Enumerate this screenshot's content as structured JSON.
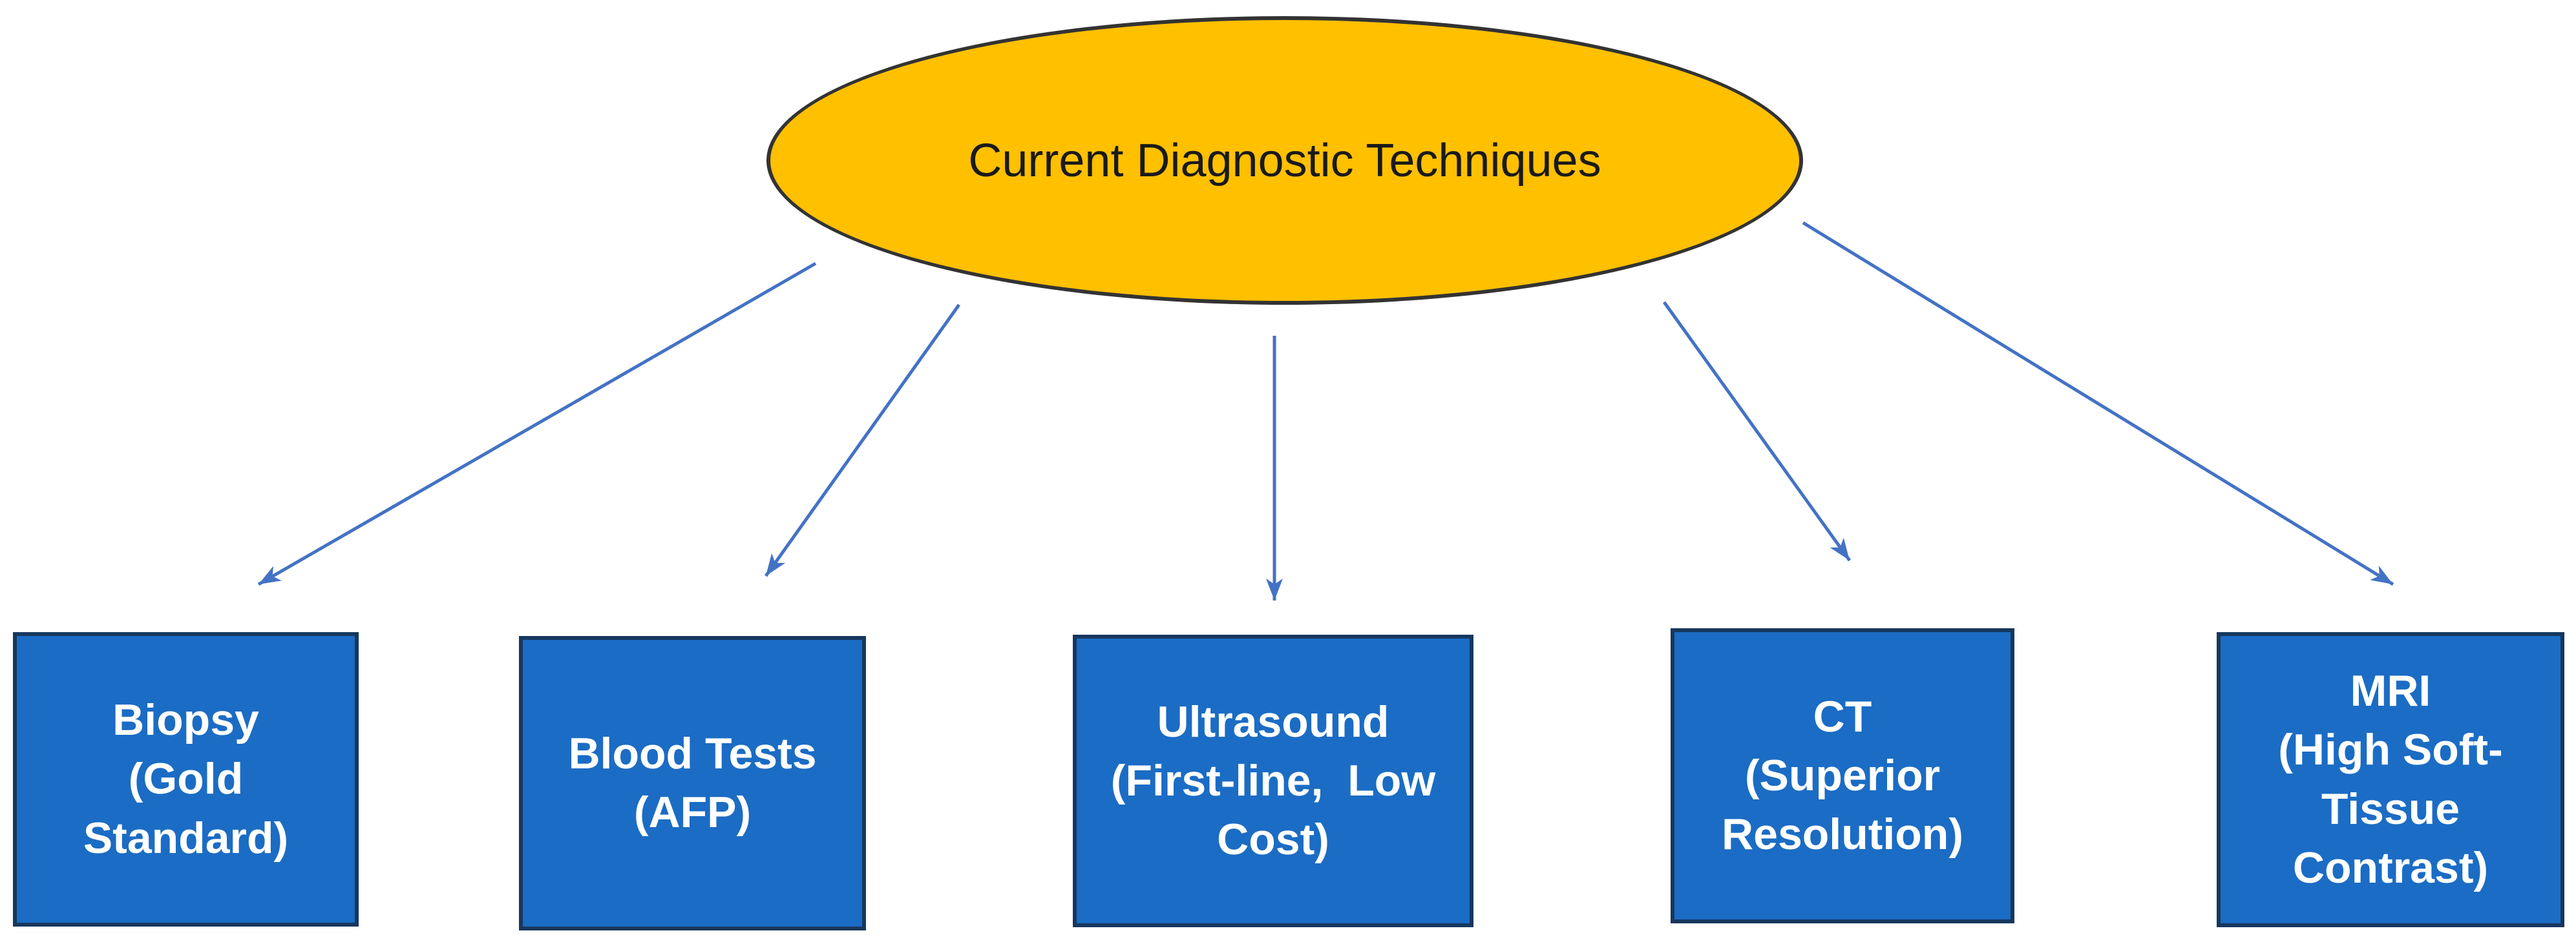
{
  "diagram": {
    "root": {
      "label": "Current Diagnostic Techniques"
    },
    "nodes": [
      {
        "id": "biopsy",
        "text": "Biopsy\n(Gold\nStandard)"
      },
      {
        "id": "blood-tests",
        "text": "Blood Tests\n(AFP)"
      },
      {
        "id": "ultrasound",
        "text": "Ultrasound\n(First-line,  Low\nCost)"
      },
      {
        "id": "ct",
        "text": "CT\n(Superior\nResolution)"
      },
      {
        "id": "mri",
        "text": "MRI\n(High Soft-\nTissue\nContrast)"
      }
    ]
  },
  "colors": {
    "background": "#FFFFFF",
    "ellipse_fill": "#FFC000",
    "ellipse_border": "#333333",
    "ellipse_text": "#1A1A1A",
    "box_fill": "#1B6CC4",
    "box_border": "#17375E",
    "box_text": "#FFFFFF",
    "arrow": "#4472C4"
  }
}
